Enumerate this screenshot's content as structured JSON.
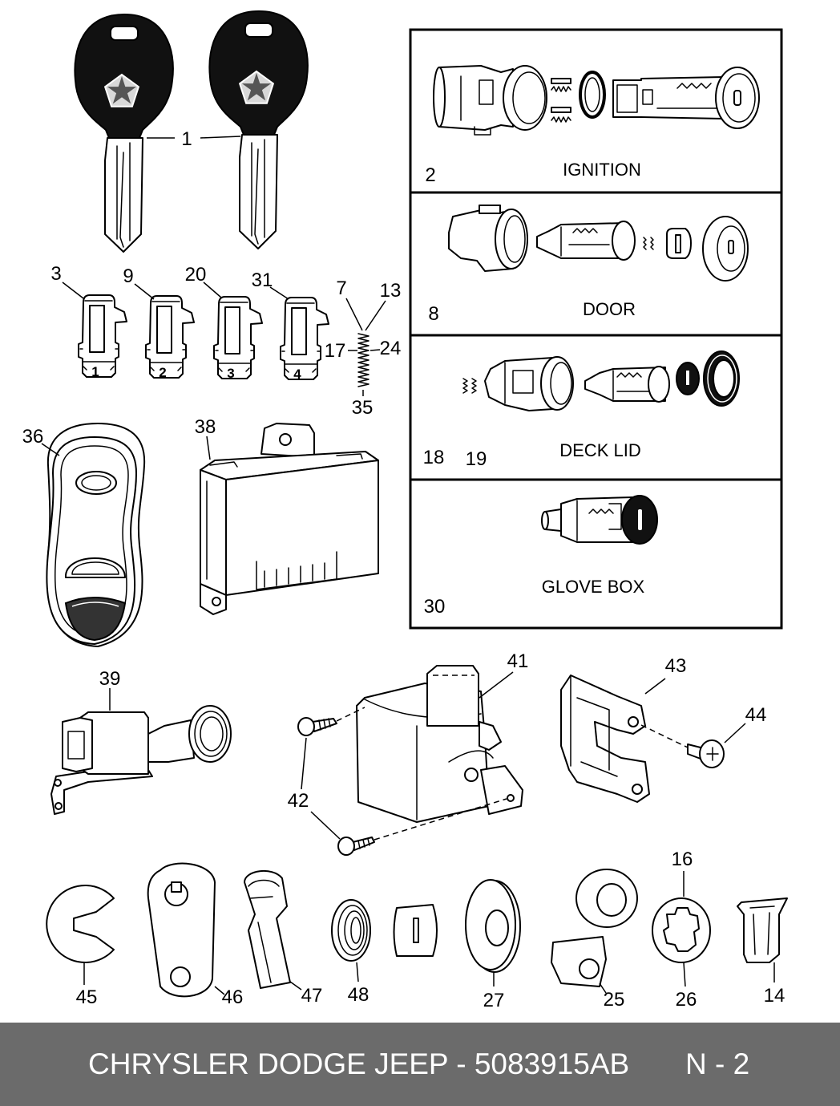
{
  "callouts": {
    "keys": "1",
    "tumbler_a": "3",
    "tumbler_b": "9",
    "tumbler_c": "20",
    "tumbler_d": "31",
    "spring_a": "7",
    "spring_b": "13",
    "spring_c": "17",
    "spring_d": "24",
    "spring_e": "35",
    "remote": "36",
    "module": "38",
    "switch": "39",
    "housing": "41",
    "screws": "42",
    "bracket": "43",
    "screw": "44",
    "retainer": "45",
    "lever": "46",
    "clip": "47",
    "coil_spring": "48",
    "ring_top": "16",
    "washer": "27",
    "ring_bracket": "25",
    "lock_ring": "26",
    "spring_clip": "14"
  },
  "tumbler_marks": [
    "1",
    "2",
    "3",
    "4"
  ],
  "panels": [
    {
      "number": "2",
      "label": "IGNITION"
    },
    {
      "number": "8",
      "label": "DOOR"
    },
    {
      "numbers": [
        "18",
        "19"
      ],
      "label": "DECK LID"
    },
    {
      "number": "30",
      "label": "GLOVE BOX"
    }
  ],
  "footer": {
    "title": "CHRYSLER DODGE JEEP - 5083915AB",
    "page": "N - 2"
  },
  "colors": {
    "ink": "#000000",
    "paper": "#ffffff",
    "footer_bg": "#6b6b6b",
    "footer_text": "#ffffff"
  }
}
